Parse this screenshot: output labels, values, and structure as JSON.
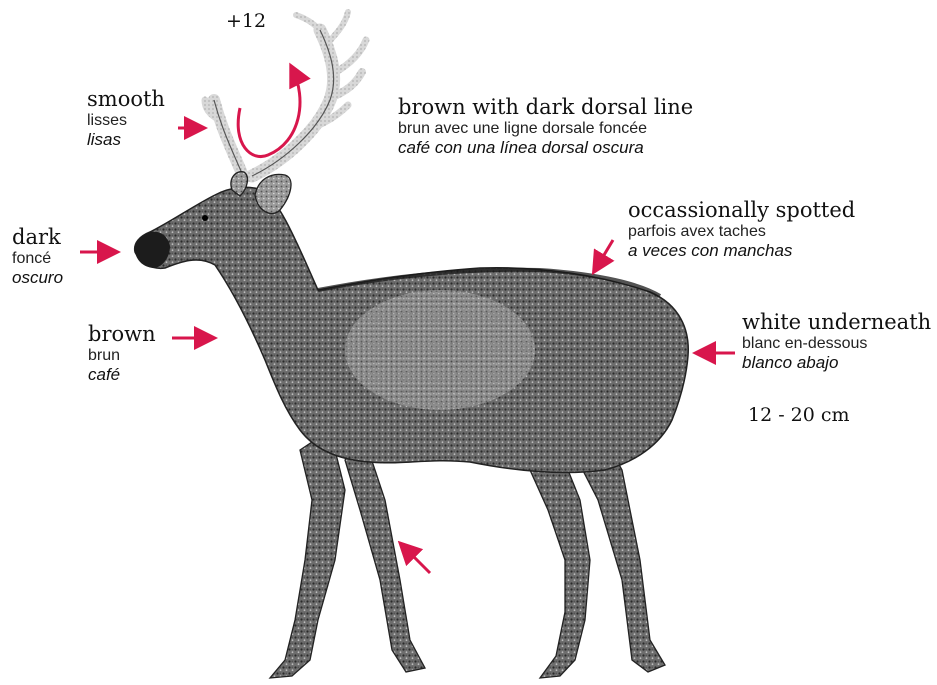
{
  "accent_color": "#d8164c",
  "illustration": "deer-drawing",
  "annotations": {
    "antler_points": "+12",
    "antlers": {
      "en": "smooth",
      "fr": "lisses",
      "es": "lisas"
    },
    "back": {
      "en": "brown with dark dorsal line",
      "fr": "brun avec une ligne dorsale foncée",
      "es": "café con una línea dorsal oscura"
    },
    "spots": {
      "en": "occassionally spotted",
      "fr": "parfois avex taches",
      "es": "a veces con manchas"
    },
    "muzzle": {
      "en": "dark",
      "fr": "foncé",
      "es": "oscuro"
    },
    "neck": {
      "en": "brown",
      "fr": "brun",
      "es": "café"
    },
    "tail": {
      "en": "white underneath",
      "fr": "blanc en-dessous",
      "es": "blanco abajo"
    },
    "tail_length": "12 - 20 cm"
  }
}
